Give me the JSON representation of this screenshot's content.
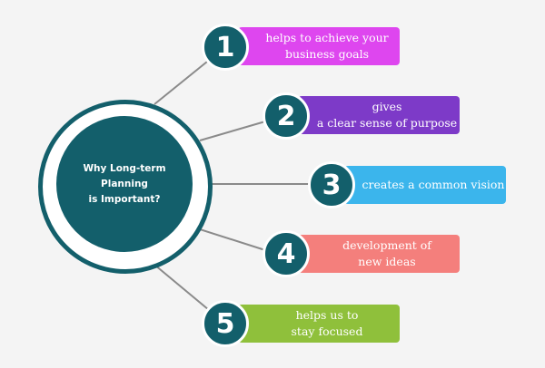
{
  "center": {
    "title_line1": "Why Long-term Planning",
    "title_line2": "is Important?"
  },
  "colors": {
    "teal": "#135f6b",
    "item1": "#de46ef",
    "item2": "#7d3ac8",
    "item3": "#3bb5ec",
    "item4": "#f47f7c",
    "item5": "#8fc03b"
  },
  "items": [
    {
      "number": "1",
      "line1": "helps to achieve your",
      "line2": "business goals"
    },
    {
      "number": "2",
      "line1": "gives",
      "line2": "a clear sense of purpose"
    },
    {
      "number": "3",
      "line1": "creates a common vision",
      "line2": ""
    },
    {
      "number": "4",
      "line1": "development of",
      "line2": "new ideas"
    },
    {
      "number": "5",
      "line1": "helps us to",
      "line2": "stay focused"
    }
  ]
}
